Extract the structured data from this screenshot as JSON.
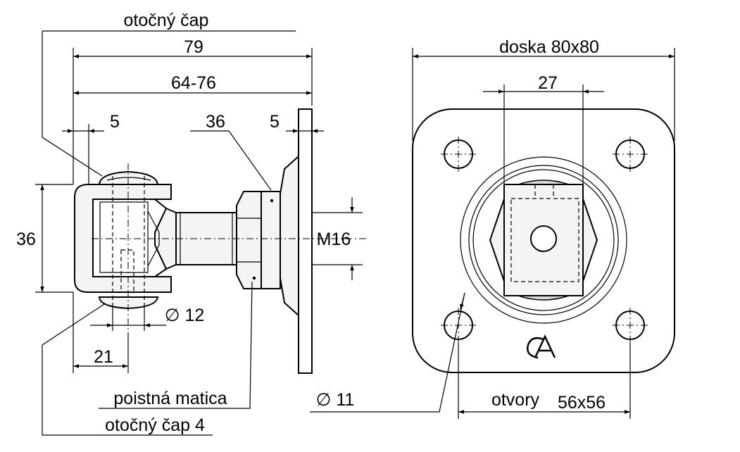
{
  "labels": {
    "swivel_top": "otočný čap",
    "overall_length": "79",
    "adjust_range": "64-76",
    "flange_thickness_left": "5",
    "thread_span": "36",
    "flange_thickness_right": "5",
    "height_left": "36",
    "thread_size": "M16",
    "pin_diameter": "∅ 12",
    "offset_21": "21",
    "locknut": "poistná matica",
    "swivel_bottom": "otočný čap 4",
    "hole_diameter": "∅ 11",
    "plate_size": "doska 80x80",
    "inner_27": "27",
    "holes_label": "otvory",
    "holes_spacing": "56x56",
    "logo": "CA"
  },
  "colors": {
    "line": "#000000",
    "part_fill": "#f4f4f4",
    "background": "#ffffff"
  }
}
